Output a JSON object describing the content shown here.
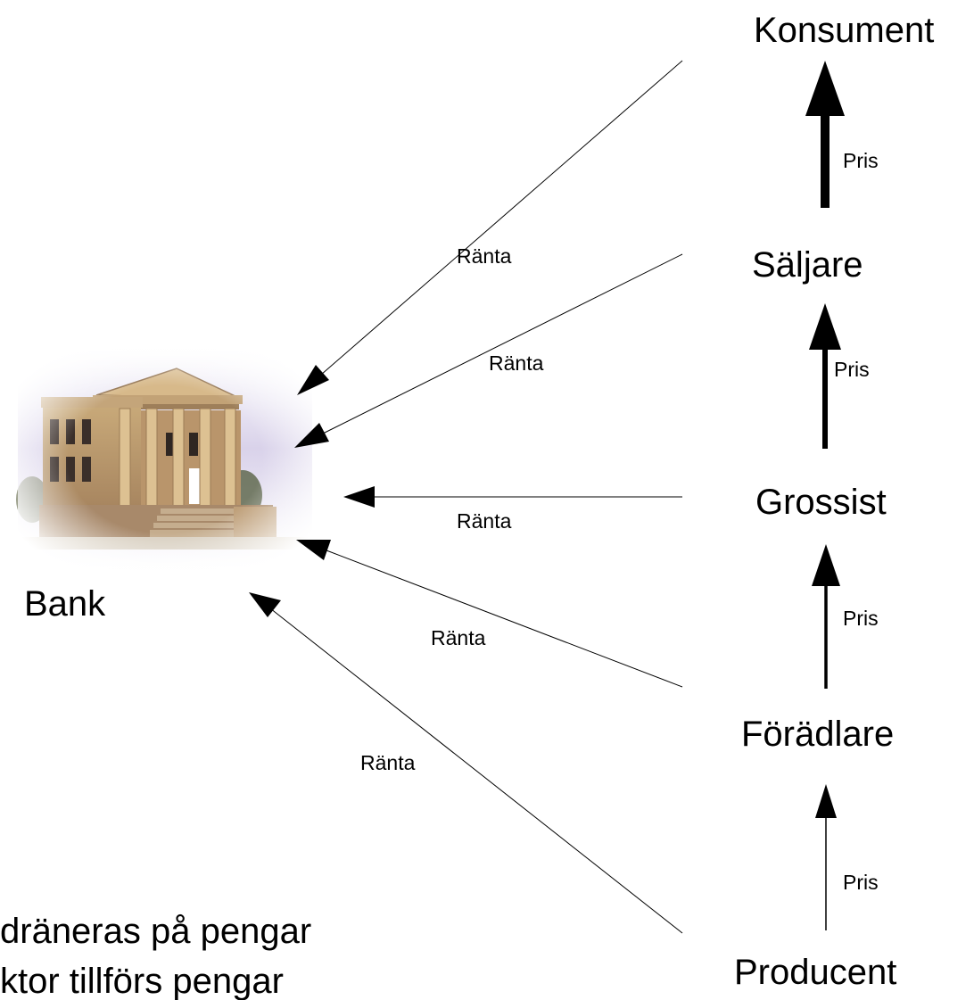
{
  "nodes": {
    "konsument": "Konsument",
    "saljare": "Säljare",
    "grossist": "Grossist",
    "foradlare": "Förädlare",
    "producent": "Producent",
    "bank": "Bank"
  },
  "edges": {
    "pris_label": "Pris",
    "ranta_label": "Ränta"
  },
  "captions": {
    "line1": "dräneras på pengar",
    "line2": "ktor tillförs pengar"
  }
}
